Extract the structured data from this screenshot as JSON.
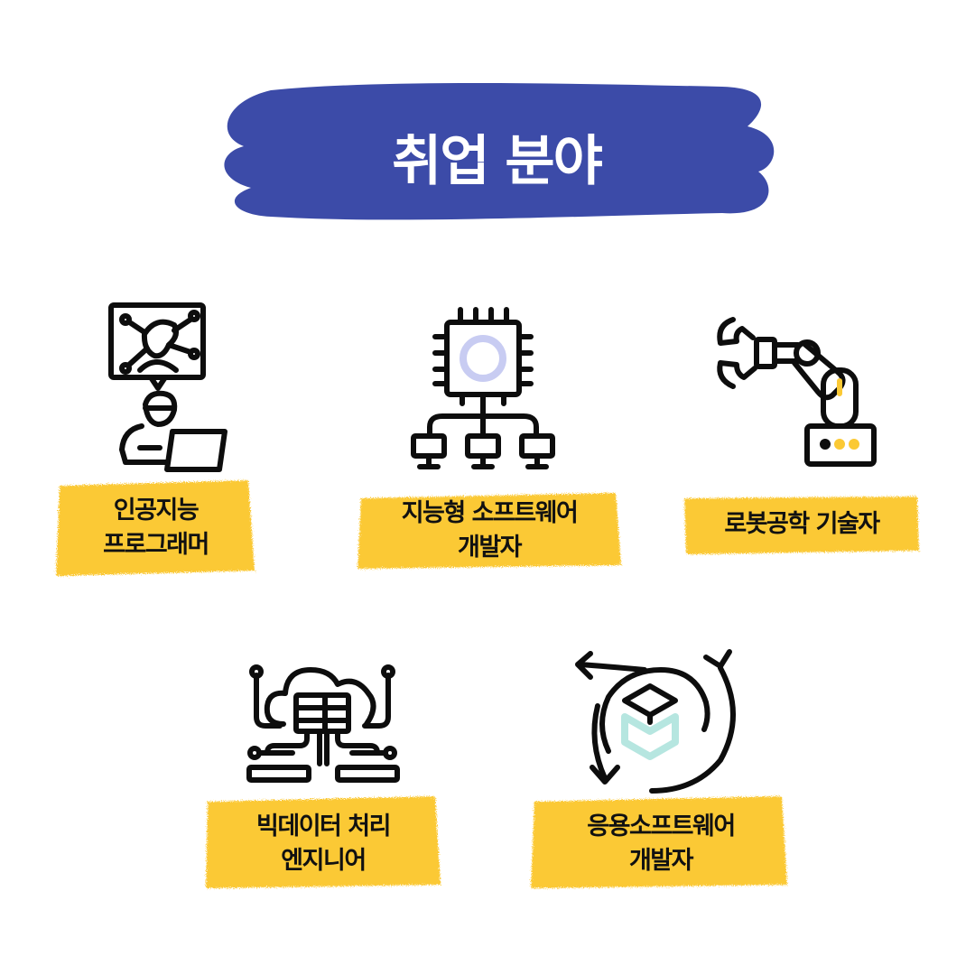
{
  "title": "취업 분야",
  "colors": {
    "banner": "#3c4ba8",
    "highlight": "#fbc934",
    "icon_stroke": "#0d0d0d",
    "accent_lavender": "#c8ccf2",
    "accent_mint": "#b6e6e0"
  },
  "fields": [
    {
      "label": "인공지능\n프로그래머",
      "icon": "ai-programmer-icon"
    },
    {
      "label": "지능형 소프트웨어\n개발자",
      "icon": "chip-network-icon"
    },
    {
      "label": "로봇공학 기술자",
      "icon": "robot-arm-icon"
    },
    {
      "label": "빅데이터 처리\n엔지니어",
      "icon": "cloud-database-icon"
    },
    {
      "label": "응용소프트웨어\n개발자",
      "icon": "box-cycle-icon"
    }
  ]
}
